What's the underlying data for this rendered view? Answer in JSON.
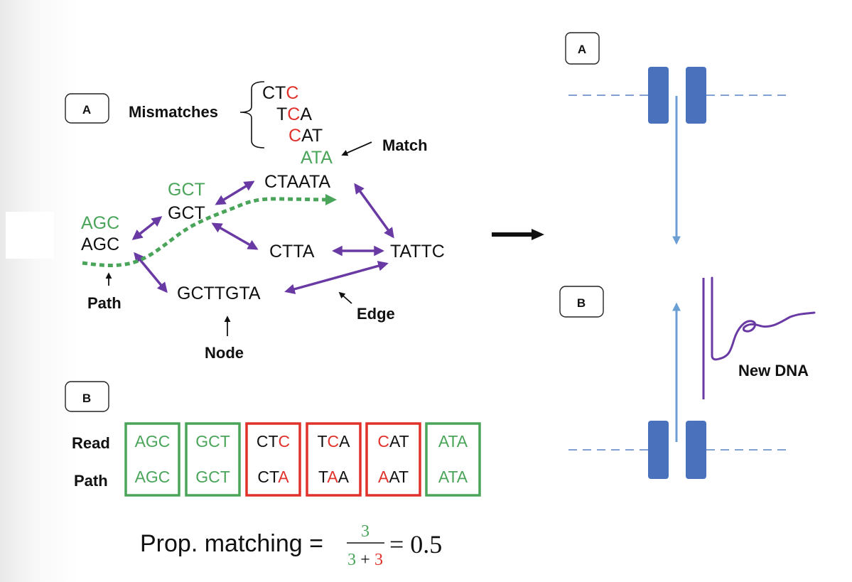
{
  "colors": {
    "green": "#4aa55a",
    "red": "#e0312a",
    "purple": "#6a3aa4",
    "black": "#111111",
    "path_green": "#4aa55a",
    "blue_block": "#4a72bc",
    "blue_line": "#6b9fd4",
    "blue_dash": "#5a80c4"
  },
  "left_panel": {
    "panel_a": {
      "label": "A",
      "mismatches_label": "Mismatches",
      "match_label": "Match",
      "mismatch_reads": [
        {
          "segments": [
            {
              "t": "CT",
              "c": "black"
            },
            {
              "t": "C",
              "c": "red"
            }
          ]
        },
        {
          "segments": [
            {
              "t": "T",
              "c": "black"
            },
            {
              "t": "C",
              "c": "red"
            },
            {
              "t": "A",
              "c": "black"
            }
          ]
        },
        {
          "segments": [
            {
              "t": "C",
              "c": "red"
            },
            {
              "t": "AT",
              "c": "black"
            }
          ]
        }
      ],
      "match_read": "ATA",
      "graph": {
        "nodes": [
          {
            "id": "agc",
            "label": "AGC",
            "read_label": "AGC"
          },
          {
            "id": "gct",
            "label": "GCT",
            "read_label": "GCT"
          },
          {
            "id": "ctaata",
            "label": "CTAATA"
          },
          {
            "id": "ctta",
            "label": "CTTA"
          },
          {
            "id": "tattc",
            "label": "TATTC"
          },
          {
            "id": "gcttgta",
            "label": "GCTTGTA"
          }
        ],
        "edges": [
          [
            "agc",
            "gct"
          ],
          [
            "gct",
            "ctaata"
          ],
          [
            "gct",
            "ctta"
          ],
          [
            "ctaata",
            "tattc"
          ],
          [
            "ctta",
            "tattc"
          ],
          [
            "agc",
            "gcttgta"
          ],
          [
            "gcttgta",
            "tattc"
          ]
        ],
        "annotations": {
          "path": "Path",
          "node": "Node",
          "edge": "Edge"
        }
      }
    },
    "panel_b": {
      "label": "B",
      "row_labels": [
        "Read",
        "Path"
      ],
      "columns": [
        {
          "status": "match",
          "read": [
            {
              "t": "AGC",
              "c": "green"
            }
          ],
          "path": [
            {
              "t": "AGC",
              "c": "green"
            }
          ]
        },
        {
          "status": "match",
          "read": [
            {
              "t": "GCT",
              "c": "green"
            }
          ],
          "path": [
            {
              "t": "GCT",
              "c": "green"
            }
          ]
        },
        {
          "status": "mismatch",
          "read": [
            {
              "t": "CT",
              "c": "black"
            },
            {
              "t": "C",
              "c": "red"
            }
          ],
          "path": [
            {
              "t": "CT",
              "c": "black"
            },
            {
              "t": "A",
              "c": "red"
            }
          ]
        },
        {
          "status": "mismatch",
          "read": [
            {
              "t": "T",
              "c": "black"
            },
            {
              "t": "C",
              "c": "red"
            },
            {
              "t": "A",
              "c": "black"
            }
          ],
          "path": [
            {
              "t": "T",
              "c": "black"
            },
            {
              "t": "A",
              "c": "red"
            },
            {
              "t": "A",
              "c": "black"
            }
          ]
        },
        {
          "status": "mismatch",
          "read": [
            {
              "t": "C",
              "c": "red"
            },
            {
              "t": "AT",
              "c": "black"
            }
          ],
          "path": [
            {
              "t": "A",
              "c": "red"
            },
            {
              "t": "AT",
              "c": "black"
            }
          ]
        },
        {
          "status": "match",
          "read": [
            {
              "t": "ATA",
              "c": "green"
            }
          ],
          "path": [
            {
              "t": "ATA",
              "c": "green"
            }
          ]
        }
      ],
      "formula": {
        "prefix": "Prop. matching =",
        "numerator": "3",
        "denominator_a": "3",
        "plus": "+",
        "denominator_b": "3",
        "result": "= 0.5"
      }
    }
  },
  "right_panel": {
    "panel_a": {
      "label": "A"
    },
    "panel_b": {
      "label": "B",
      "new_dna_label": "New DNA"
    }
  }
}
